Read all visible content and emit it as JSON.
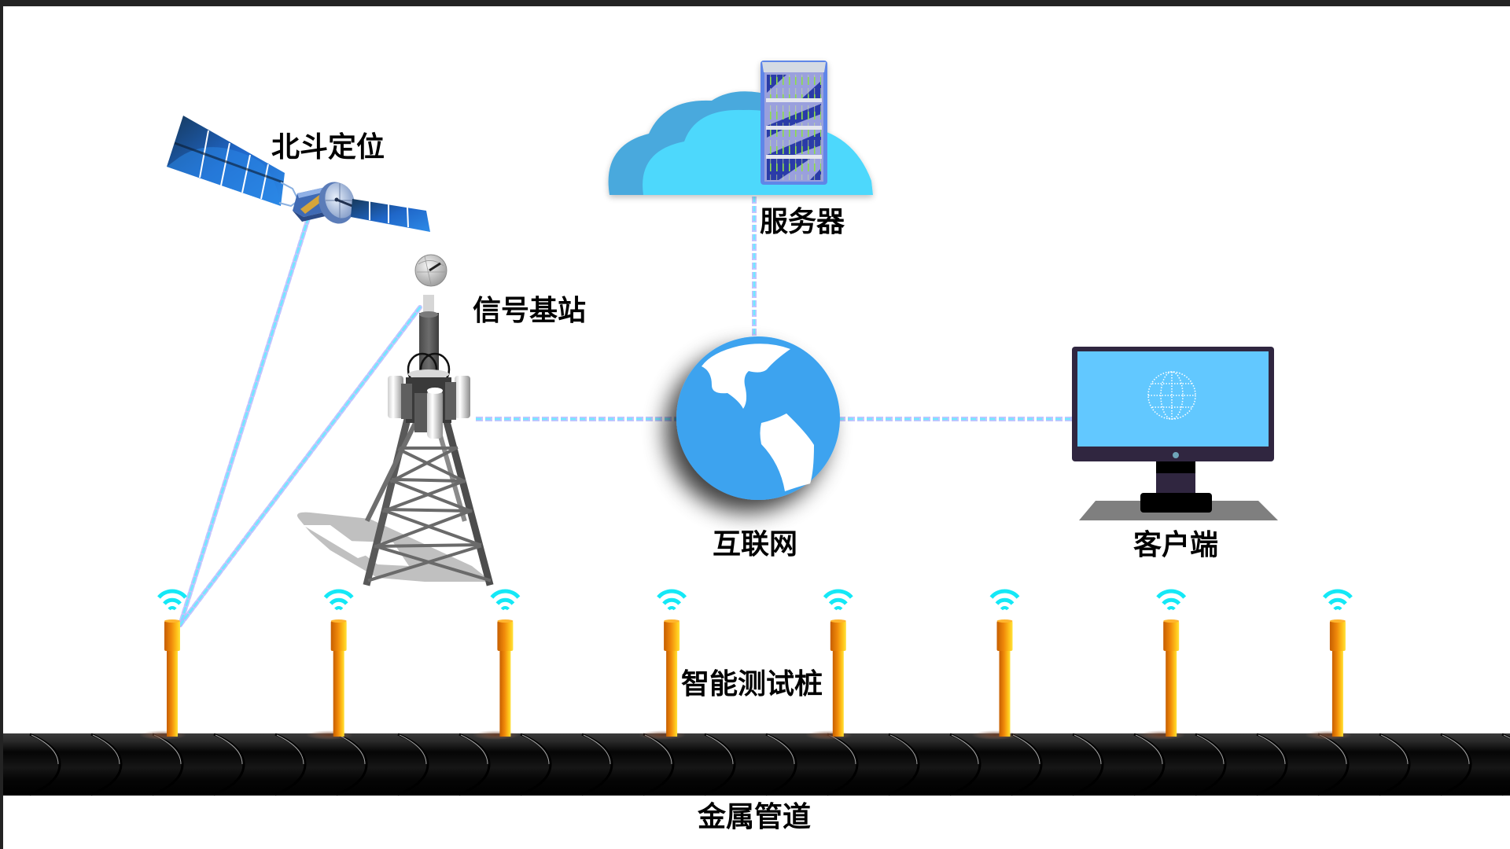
{
  "diagram": {
    "title": "Smart test pile pipeline monitoring architecture",
    "nodes": {
      "satellite": {
        "label": "北斗定位",
        "icon": "satellite-icon"
      },
      "server": {
        "label": "服务器",
        "icon": "cloud-server-icon"
      },
      "base_station": {
        "label": "信号基站",
        "icon": "cell-tower-icon"
      },
      "internet": {
        "label": "互联网",
        "icon": "globe-icon"
      },
      "client": {
        "label": "客户端",
        "icon": "monitor-icon"
      },
      "test_piles": {
        "label": "智能测试桩",
        "icon": "test-pile-icon",
        "count": 8,
        "signal_icon": "wifi-icon"
      },
      "pipe": {
        "label": "金属管道",
        "icon": "pipe-icon"
      }
    },
    "links": [
      {
        "from": "satellite",
        "to": "test_piles",
        "style": "dotted"
      },
      {
        "from": "base_station",
        "to": "test_piles",
        "style": "dotted"
      },
      {
        "from": "base_station",
        "to": "internet",
        "style": "dotted"
      },
      {
        "from": "server",
        "to": "internet",
        "style": "dotted"
      },
      {
        "from": "internet",
        "to": "client",
        "style": "dotted"
      }
    ],
    "colors": {
      "link_dash": "#6fe9ff",
      "link_halo": "#b3b6ff",
      "wifi": "#14e8f6",
      "globe": "#3ea3ef",
      "cloud": "#4ed8fc",
      "cloud_back": "#4aa9dd",
      "monitor_frame": "#302640",
      "monitor_screen": "#62c8ff",
      "pile": "#f59a0c",
      "pipe": "#0a0a0a"
    }
  }
}
